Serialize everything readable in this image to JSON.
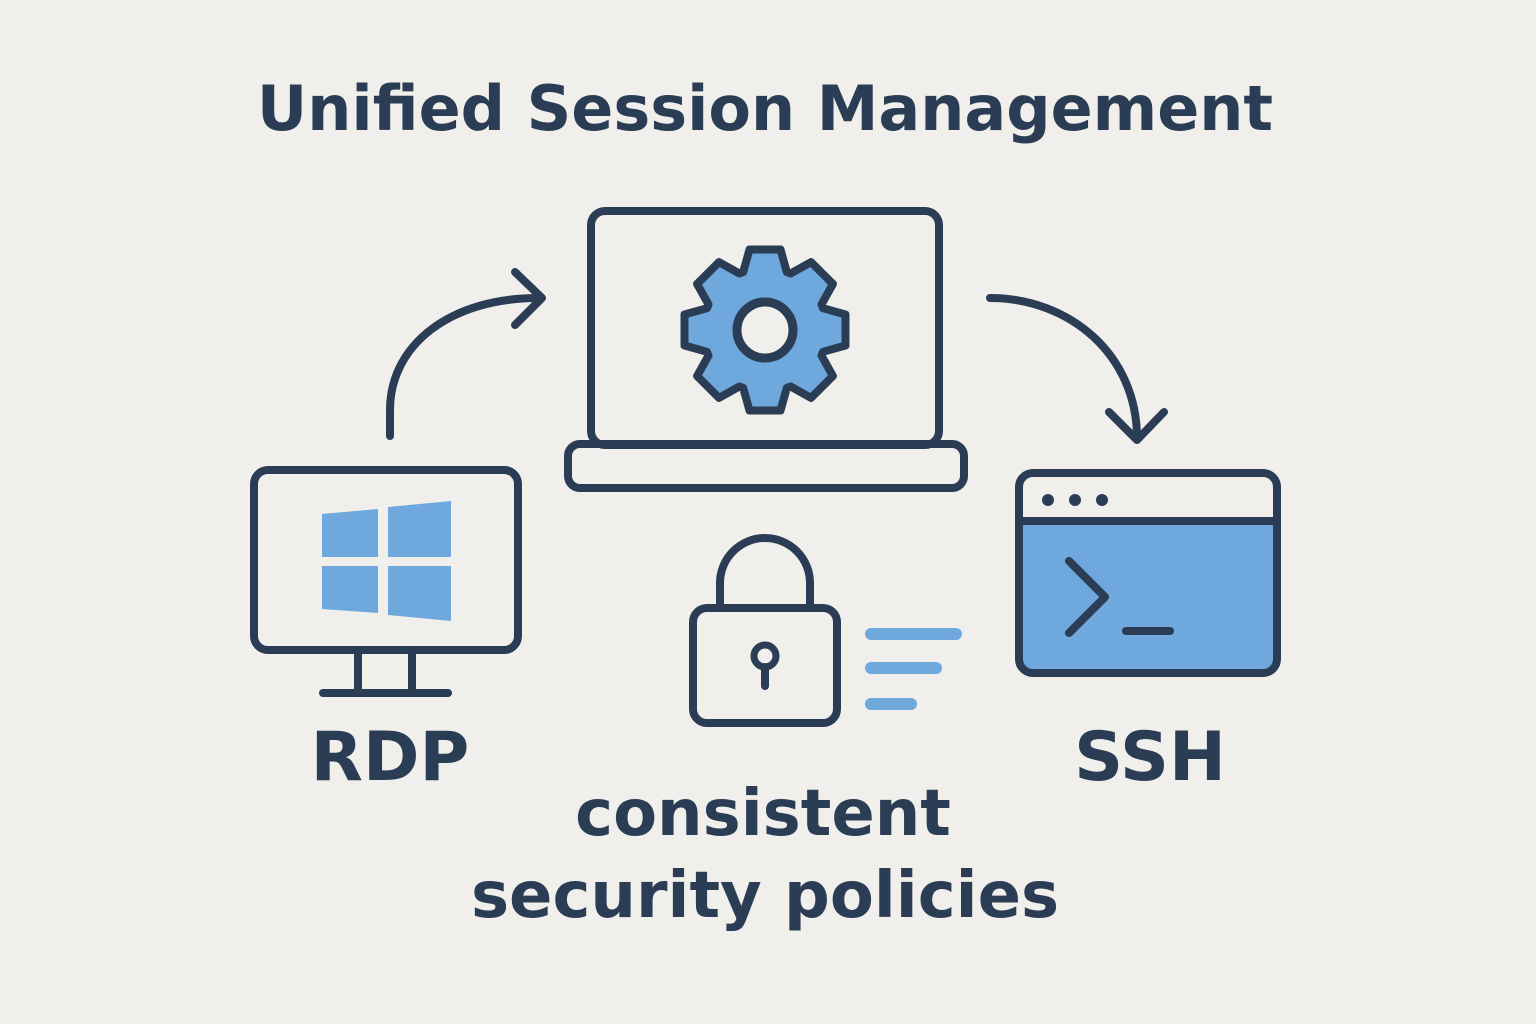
{
  "title": "Unified Session Management",
  "labels": {
    "rdp": "RDP",
    "ssh": "SSH",
    "policy_line1": "consistent",
    "policy_line2": "security policies"
  },
  "icons": [
    "laptop-gear-icon",
    "windows-monitor-icon",
    "terminal-window-icon",
    "lock-icon",
    "arrow-icon"
  ],
  "colors": {
    "background": "#f1efeb",
    "ink": "#2b3d55",
    "accent": "#6fa8dc"
  }
}
